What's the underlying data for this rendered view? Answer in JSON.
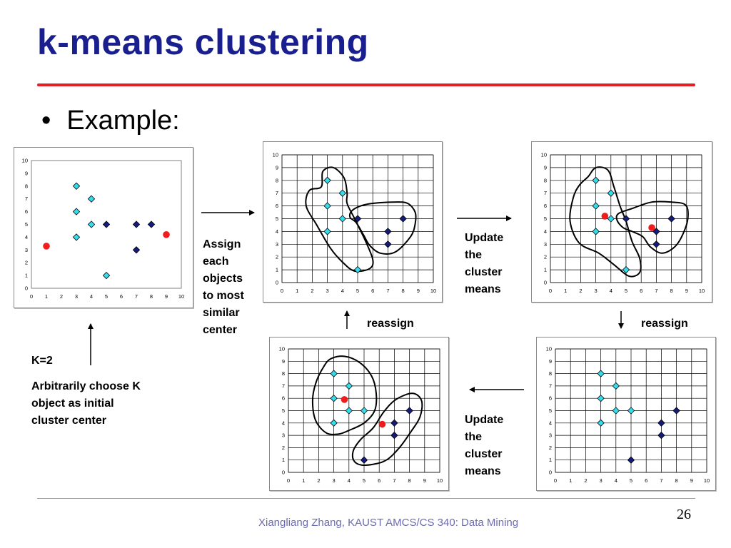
{
  "slide": {
    "title": "k-means clustering",
    "bullet": "Example:",
    "labels": {
      "assign": [
        "Assign",
        "each",
        "objects",
        "to most",
        "similar",
        "center"
      ],
      "update_top": [
        "Update",
        "the",
        "cluster",
        "means"
      ],
      "update_bottom": [
        "Update",
        "the",
        "cluster",
        "means"
      ],
      "reassign_left": "reassign",
      "reassign_right": "reassign",
      "k": "K=2",
      "choose": [
        "Arbitrarily choose K",
        "object as initial",
        "cluster center"
      ]
    },
    "footer": "Xiangliang Zhang, KAUST AMCS/CS 340: Data Mining",
    "page_number": "26",
    "colors": {
      "title": "#1a1f8f",
      "rule": "#e31e24",
      "cluster_a": "#33ddee",
      "cluster_b": "#141b7a",
      "center": "#ee1c1c",
      "footer": "#6b6bb0"
    }
  },
  "chart_data": [
    {
      "type": "scatter",
      "xlim": [
        0,
        10
      ],
      "ylim": [
        0,
        10
      ],
      "xticks": [
        "0",
        "1",
        "2",
        "3",
        "4",
        "5",
        "6",
        "7",
        "8",
        "9",
        "10"
      ],
      "yticks": [
        "0",
        "1",
        "2",
        "3",
        "4",
        "5",
        "6",
        "7",
        "8",
        "9",
        "10"
      ],
      "grid": false,
      "series": [
        {
          "marker": "diamond",
          "color": "#33ddee",
          "points": [
            [
              3,
              8
            ],
            [
              3,
              6
            ],
            [
              3,
              4
            ],
            [
              4,
              7
            ],
            [
              4,
              5
            ],
            [
              5,
              1
            ]
          ]
        },
        {
          "marker": "diamond",
          "color": "#141b7a",
          "points": [
            [
              5,
              5
            ],
            [
              7,
              5
            ],
            [
              8,
              5
            ],
            [
              7,
              3
            ]
          ]
        },
        {
          "marker": "circle",
          "color": "#ee1c1c",
          "points": [
            [
              1,
              3.3
            ],
            [
              9,
              4.2
            ]
          ]
        }
      ]
    },
    {
      "type": "scatter",
      "xlim": [
        0,
        10
      ],
      "ylim": [
        0,
        10
      ],
      "xticks": [
        "0",
        "1",
        "2",
        "3",
        "4",
        "5",
        "6",
        "7",
        "8",
        "9",
        "10"
      ],
      "yticks": [
        "0",
        "1",
        "2",
        "3",
        "4",
        "5",
        "6",
        "7",
        "8",
        "9",
        "10"
      ],
      "grid": true,
      "series": [
        {
          "marker": "diamond",
          "color": "#33ddee",
          "points": [
            [
              3,
              8
            ],
            [
              3,
              6
            ],
            [
              3,
              4
            ],
            [
              4,
              7
            ],
            [
              4,
              5
            ],
            [
              5,
              1
            ]
          ]
        },
        {
          "marker": "diamond",
          "color": "#141b7a",
          "points": [
            [
              5,
              5
            ],
            [
              7,
              4
            ],
            [
              8,
              5
            ],
            [
              7,
              3
            ]
          ]
        }
      ],
      "clusters": [
        [
          [
            2.6,
            7.5
          ],
          [
            2.7,
            8.7
          ],
          [
            3.4,
            9.0
          ],
          [
            4.1,
            8.2
          ],
          [
            4.3,
            7.0
          ],
          [
            4.3,
            6.2
          ],
          [
            4.8,
            5.0
          ],
          [
            5.5,
            3.3
          ],
          [
            6.0,
            1.8
          ],
          [
            5.8,
            1.1
          ],
          [
            4.8,
            0.9
          ],
          [
            4.0,
            1.6
          ],
          [
            3.2,
            2.7
          ],
          [
            2.3,
            4.5
          ],
          [
            1.6,
            6.0
          ],
          [
            1.8,
            7.2
          ]
        ],
        [
          [
            4.6,
            5.6
          ],
          [
            5.2,
            6.0
          ],
          [
            6.0,
            6.2
          ],
          [
            7.4,
            6.3
          ],
          [
            8.3,
            6.2
          ],
          [
            8.8,
            5.5
          ],
          [
            8.8,
            4.6
          ],
          [
            8.5,
            3.6
          ],
          [
            7.5,
            2.4
          ],
          [
            6.5,
            2.3
          ],
          [
            5.8,
            2.9
          ],
          [
            5.4,
            3.7
          ],
          [
            4.9,
            4.7
          ],
          [
            4.5,
            5.1
          ]
        ]
      ]
    },
    {
      "type": "scatter",
      "xlim": [
        0,
        10
      ],
      "ylim": [
        0,
        10
      ],
      "xticks": [
        "0",
        "1",
        "2",
        "3",
        "4",
        "5",
        "6",
        "7",
        "8",
        "9",
        "10"
      ],
      "yticks": [
        "0",
        "1",
        "2",
        "3",
        "4",
        "5",
        "6",
        "7",
        "8",
        "9",
        "10"
      ],
      "grid": true,
      "series": [
        {
          "marker": "diamond",
          "color": "#33ddee",
          "points": [
            [
              3,
              8
            ],
            [
              3,
              6
            ],
            [
              3,
              4
            ],
            [
              4,
              7
            ],
            [
              4,
              5
            ],
            [
              5,
              1
            ]
          ]
        },
        {
          "marker": "diamond",
          "color": "#141b7a",
          "points": [
            [
              5,
              5
            ],
            [
              7,
              4
            ],
            [
              8,
              5
            ],
            [
              7,
              3
            ]
          ]
        },
        {
          "marker": "circle",
          "color": "#ee1c1c",
          "points": [
            [
              3.6,
              5.2
            ],
            [
              6.7,
              4.3
            ]
          ]
        }
      ],
      "clusters": [
        [
          [
            2.5,
            8.3
          ],
          [
            3.0,
            9.0
          ],
          [
            3.8,
            8.8
          ],
          [
            4.2,
            7.5
          ],
          [
            4.6,
            6.0
          ],
          [
            5.0,
            4.8
          ],
          [
            5.4,
            3.2
          ],
          [
            5.9,
            1.9
          ],
          [
            5.9,
            0.8
          ],
          [
            5.2,
            0.5
          ],
          [
            4.2,
            1.4
          ],
          [
            3.2,
            2.3
          ],
          [
            1.9,
            3.1
          ],
          [
            1.3,
            4.8
          ],
          [
            1.5,
            6.6
          ],
          [
            1.9,
            7.6
          ]
        ],
        [
          [
            4.5,
            5.4
          ],
          [
            5.4,
            5.8
          ],
          [
            6.7,
            6.3
          ],
          [
            8.0,
            6.3
          ],
          [
            8.9,
            6.1
          ],
          [
            9.1,
            5.3
          ],
          [
            8.9,
            4.2
          ],
          [
            8.3,
            2.9
          ],
          [
            7.4,
            2.3
          ],
          [
            6.6,
            2.8
          ],
          [
            6.1,
            3.6
          ],
          [
            5.4,
            4.0
          ],
          [
            4.8,
            4.3
          ],
          [
            4.4,
            4.9
          ]
        ]
      ]
    },
    {
      "type": "scatter",
      "xlim": [
        0,
        10
      ],
      "ylim": [
        0,
        10
      ],
      "xticks": [
        "0",
        "1",
        "2",
        "3",
        "4",
        "5",
        "6",
        "7",
        "8",
        "9",
        "10"
      ],
      "yticks": [
        "0",
        "1",
        "2",
        "3",
        "4",
        "5",
        "6",
        "7",
        "8",
        "9",
        "10"
      ],
      "grid": true,
      "series": [
        {
          "marker": "diamond",
          "color": "#33ddee",
          "points": [
            [
              3,
              8
            ],
            [
              3,
              6
            ],
            [
              3,
              4
            ],
            [
              4,
              7
            ],
            [
              4,
              5
            ],
            [
              5,
              5
            ]
          ]
        },
        {
          "marker": "diamond",
          "color": "#141b7a",
          "points": [
            [
              5,
              1
            ],
            [
              7,
              4
            ],
            [
              8,
              5
            ],
            [
              7,
              3
            ]
          ]
        },
        {
          "marker": "circle",
          "color": "#ee1c1c",
          "points": []
        }
      ],
      "clusters": []
    },
    {
      "type": "scatter",
      "xlim": [
        0,
        10
      ],
      "ylim": [
        0,
        10
      ],
      "xticks": [
        "0",
        "1",
        "2",
        "3",
        "4",
        "5",
        "6",
        "7",
        "8",
        "9",
        "10"
      ],
      "yticks": [
        "0",
        "1",
        "2",
        "3",
        "4",
        "5",
        "6",
        "7",
        "8",
        "9",
        "10"
      ],
      "grid": true,
      "series": [
        {
          "marker": "diamond",
          "color": "#33ddee",
          "points": [
            [
              3,
              8
            ],
            [
              3,
              6
            ],
            [
              3,
              4
            ],
            [
              4,
              7
            ],
            [
              4,
              5
            ],
            [
              5,
              5
            ]
          ]
        },
        {
          "marker": "diamond",
          "color": "#141b7a",
          "points": [
            [
              5,
              1
            ],
            [
              7,
              4
            ],
            [
              8,
              5
            ],
            [
              7,
              3
            ]
          ]
        },
        {
          "marker": "circle",
          "color": "#ee1c1c",
          "points": [
            [
              3.7,
              5.9
            ],
            [
              6.2,
              3.9
            ]
          ]
        }
      ],
      "clusters": [
        [
          [
            2.3,
            8.5
          ],
          [
            2.8,
            9.2
          ],
          [
            3.7,
            9.4
          ],
          [
            4.7,
            8.9
          ],
          [
            5.5,
            7.8
          ],
          [
            5.8,
            6.4
          ],
          [
            5.7,
            5.0
          ],
          [
            5.0,
            4.0
          ],
          [
            4.0,
            3.4
          ],
          [
            3.3,
            3.1
          ],
          [
            2.5,
            3.2
          ],
          [
            1.8,
            4.2
          ],
          [
            1.6,
            5.8
          ],
          [
            1.8,
            7.2
          ]
        ],
        [
          [
            4.3,
            1.8
          ],
          [
            4.8,
            2.7
          ],
          [
            5.6,
            3.6
          ],
          [
            6.3,
            4.9
          ],
          [
            7.1,
            5.9
          ],
          [
            8.2,
            6.4
          ],
          [
            8.8,
            5.8
          ],
          [
            8.7,
            4.5
          ],
          [
            8.1,
            3.3
          ],
          [
            7.4,
            2.1
          ],
          [
            6.6,
            1.1
          ],
          [
            5.8,
            0.7
          ],
          [
            4.8,
            0.6
          ],
          [
            4.3,
            1.0
          ]
        ]
      ]
    }
  ]
}
